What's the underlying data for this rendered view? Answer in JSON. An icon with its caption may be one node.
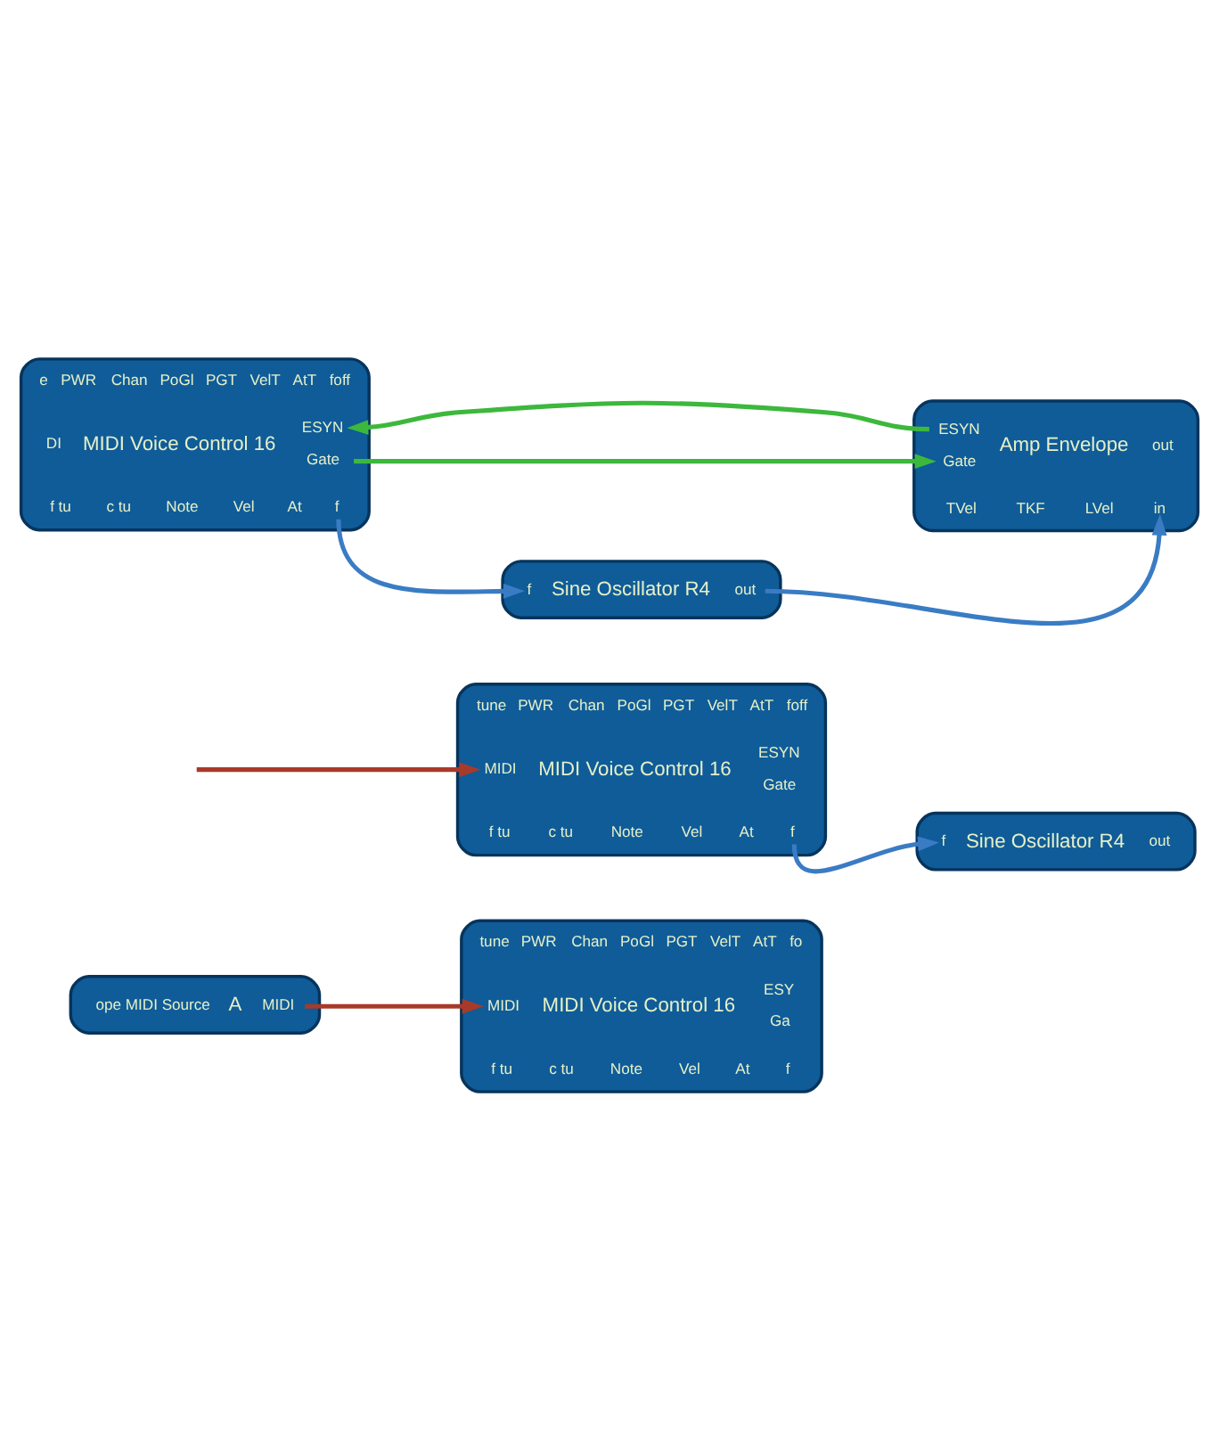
{
  "diagram": {
    "nodes": [
      {
        "text": [
          "ope MIDI Source",
          "A",
          "MIDI"
        ]
      },
      {
        "text": [
          "tune",
          "PWR",
          "Chan",
          "PoGl",
          "PGT",
          "VelT",
          "AtT",
          "fo",
          "MIDI",
          "MIDI Voice Control 16",
          "ESY",
          "Ga",
          "f tu",
          "c tu",
          "Note",
          "Vel",
          "At",
          "f"
        ]
      },
      {
        "text": [
          "tune",
          "PWR",
          "Chan",
          "PoGl",
          "PGT",
          "VelT",
          "AtT",
          "foff",
          "MIDI",
          "MIDI Voice Control 16",
          "ESYN",
          "Gate",
          "f tu",
          "c tu",
          "Note",
          "Vel",
          "At",
          "f"
        ]
      },
      {
        "text": [
          "f",
          "Sine Oscillator R4",
          "out"
        ]
      },
      {
        "text": [
          "e",
          "PWR",
          "Chan",
          "PoGl",
          "PGT",
          "VelT",
          "AtT",
          "foff",
          "DI",
          "MIDI Voice Control 16",
          "ESYN",
          "Gate",
          "f tu",
          "c tu",
          "Note",
          "Vel",
          "At",
          "f"
        ]
      },
      {
        "text": [
          "ESYN",
          "Gate",
          "Amp Envelope",
          "out",
          "TVel",
          "TKF",
          "LVel",
          "in"
        ]
      },
      {
        "text": [
          "f",
          "Sine Oscillator R4",
          "out"
        ]
      }
    ],
    "edges": [
      {
        "from": 0,
        "to": 1,
        "arrow": "to",
        "color": "#a83a2a"
      },
      {
        "from": null,
        "to": 2,
        "arrow": "to",
        "color": "#a83a2a"
      },
      {
        "from": 2,
        "to": 3,
        "arrow": "to"
      },
      {
        "from": 5,
        "to": 4,
        "arrow": "to",
        "color": "#3cb83c"
      },
      {
        "from": 4,
        "to": 5,
        "arrow": "to",
        "color": "#3cb83c"
      },
      {
        "from": 4,
        "to": 6,
        "arrow": "to"
      },
      {
        "from": 6,
        "to": 5,
        "arrow": "to"
      }
    ]
  }
}
